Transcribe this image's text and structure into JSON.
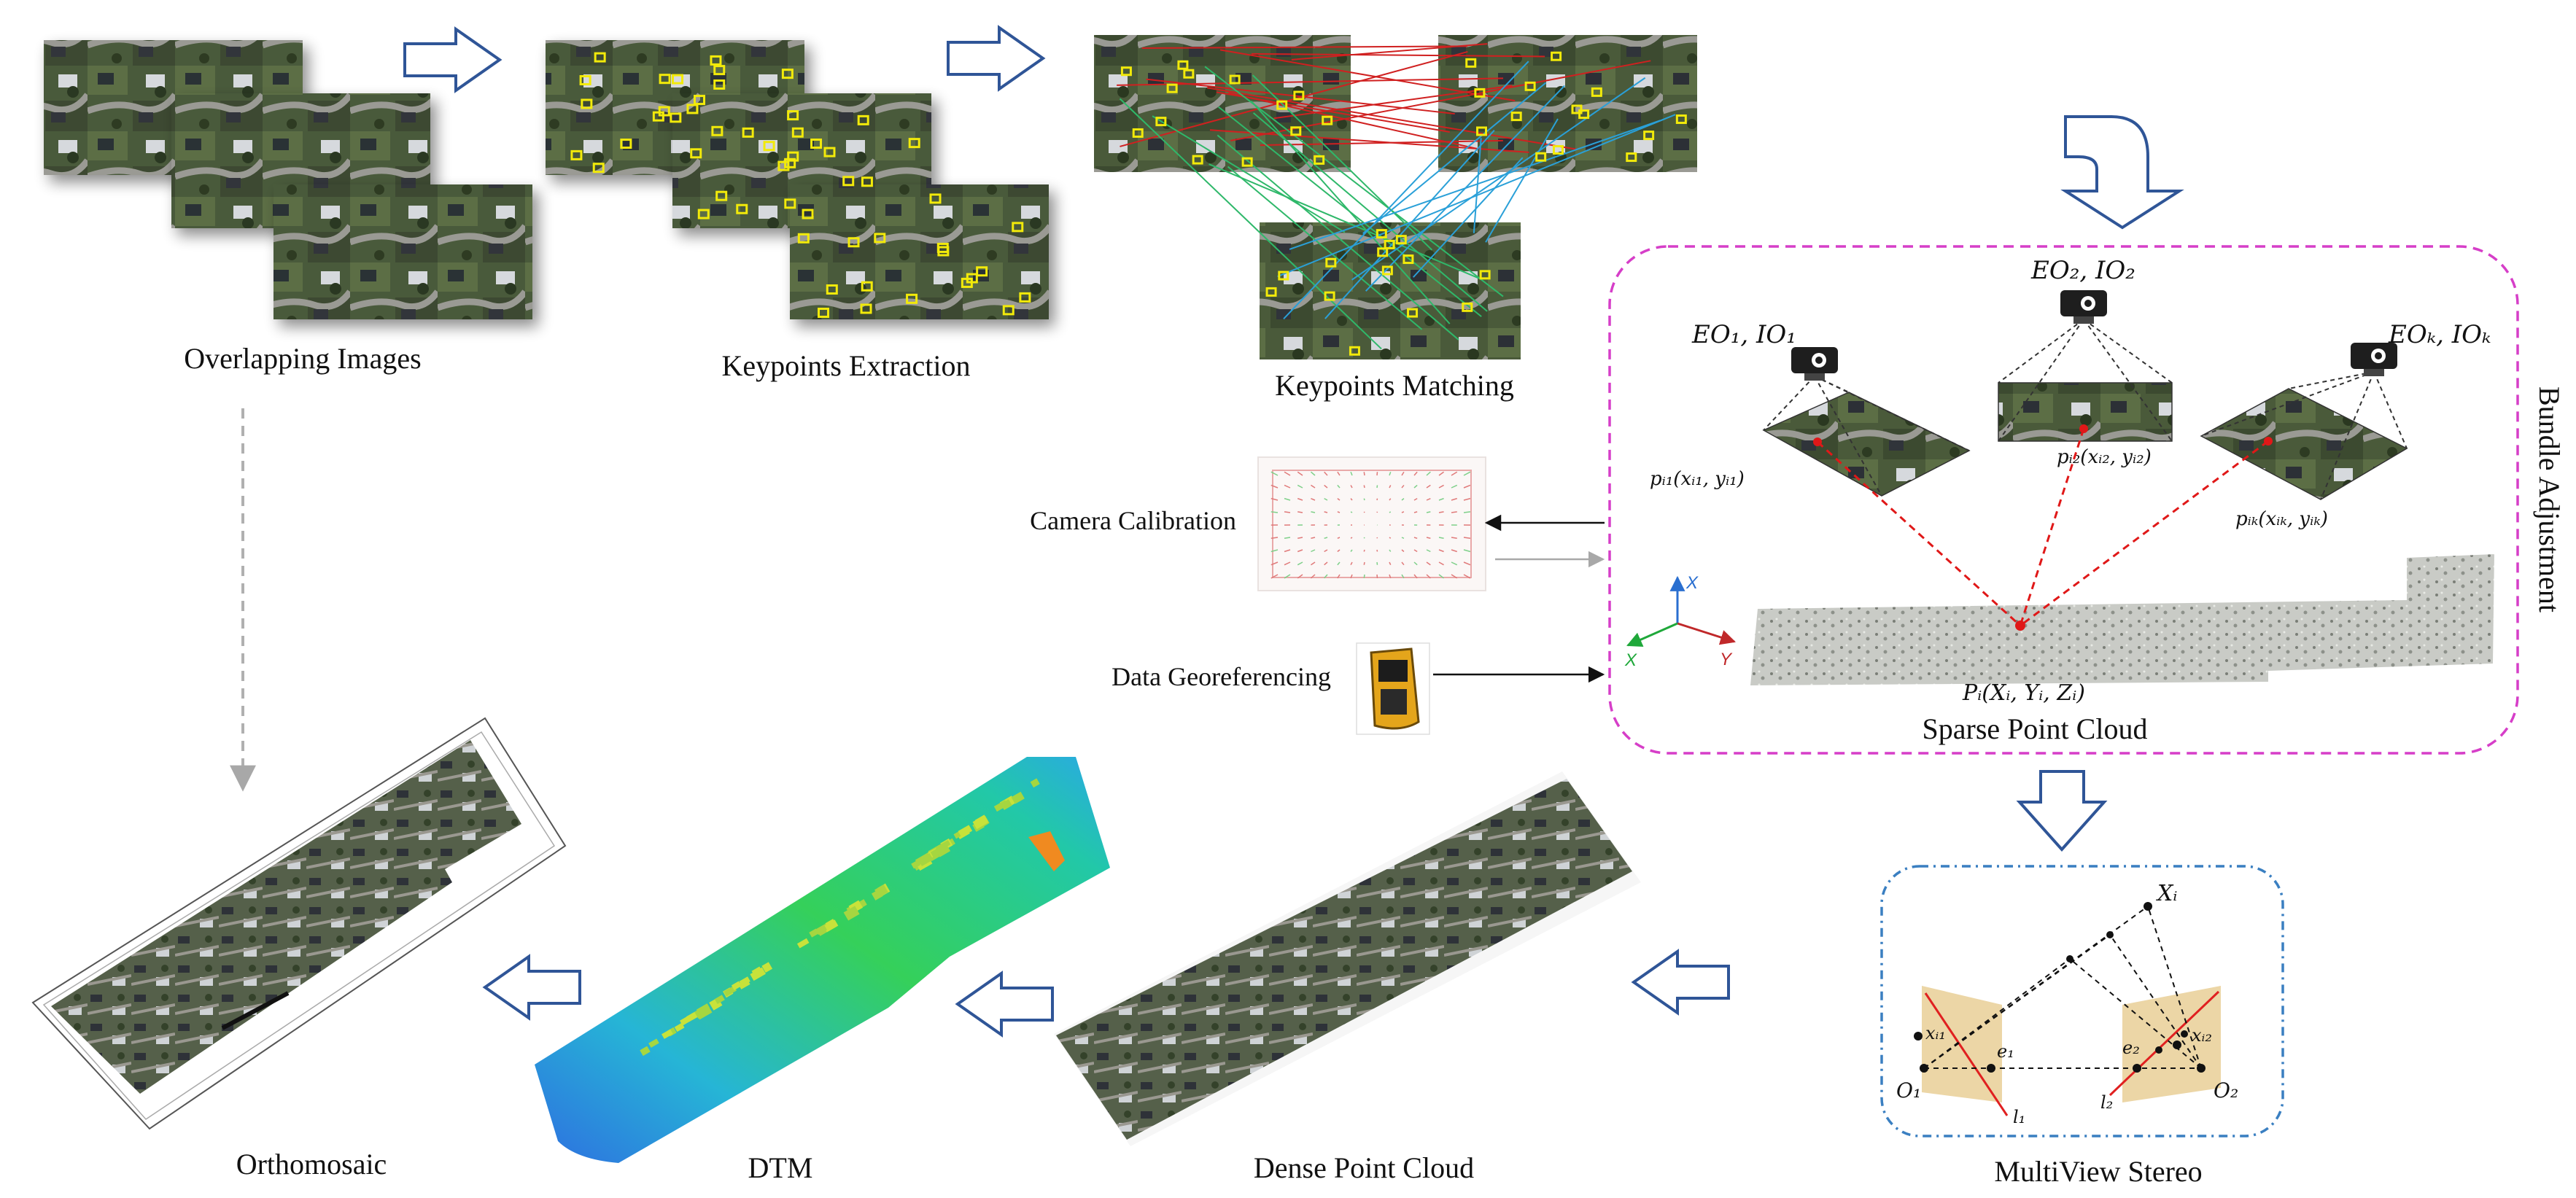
{
  "stages": {
    "overlapping": "Overlapping Images",
    "keypoints_extraction": "Keypoints Extraction",
    "keypoints_matching": "Keypoints Matching",
    "camera_calibration": "Camera Calibration",
    "data_georeferencing": "Data Georeferencing",
    "bundle_adjustment": "Bundle Adjustment",
    "sparse_point_cloud": "Sparse Point Cloud",
    "multiview_stereo": "MultiView Stereo",
    "dense_point_cloud": "Dense Point Cloud",
    "dtm": "DTM",
    "orthomosaic": "Orthomosaic"
  },
  "cameras": [
    {
      "label": "EO₁, IO₁",
      "point": "pᵢ₁(xᵢ₁, yᵢ₁)"
    },
    {
      "label": "EO₂, IO₂",
      "point": "pᵢ₂(xᵢ₂, yᵢ₂)"
    },
    {
      "label": "EOₖ, IOₖ",
      "point": "pᵢₖ(xᵢₖ, yᵢₖ)"
    }
  ],
  "world_point": "Pᵢ(Xᵢ, Yᵢ, Zᵢ)",
  "axes": {
    "x": "X",
    "y": "Y",
    "z": "X"
  },
  "mvs": {
    "Xi": "Xᵢ",
    "xi1": "xᵢ₁",
    "xi2": "xᵢ₂",
    "e1": "e₁",
    "e2": "e₂",
    "O1": "O₁",
    "O2": "O₂",
    "l1": "l₁",
    "l2": "l₂"
  },
  "colors": {
    "arrow_outline": "#2f5597",
    "bundle_border": "#d63ec8",
    "mvs_border": "#3a7fc1",
    "match_red": "#d02020",
    "match_green": "#2fb86a",
    "match_blue": "#2aa0d8",
    "keypoint": "#f2ea0a",
    "ray": "#e01818"
  }
}
